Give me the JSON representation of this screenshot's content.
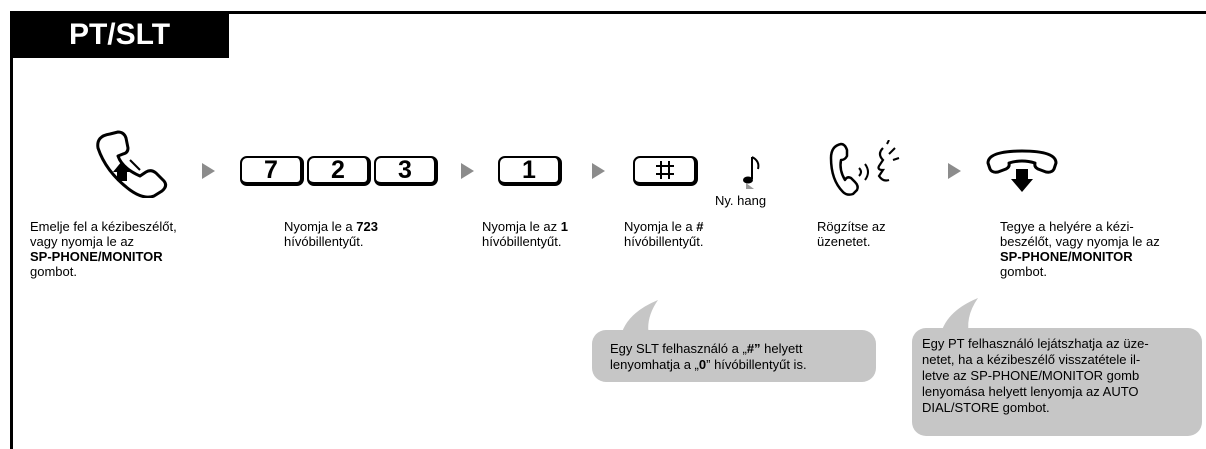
{
  "header": {
    "tab_title": "PT/SLT"
  },
  "keys": {
    "k7": "7",
    "k2": "2",
    "k3": "3",
    "k1": "1",
    "khash": "#"
  },
  "tone_label": "Ny. hang",
  "steps": [
    {
      "line1": "Emelje fel a kézibeszélőt,",
      "line2": "vagy nyomja le az",
      "line3_bold": "SP-PHONE/MONITOR",
      "line4": "gombot."
    },
    {
      "line1_pre": "Nyomja le a ",
      "line1_bold": "723",
      "line2": "hívóbillentyűt."
    },
    {
      "line1_pre": "Nyomja le az ",
      "line1_bold": "1",
      "line2": "hívóbillentyűt."
    },
    {
      "line1_pre": "Nyomja le a ",
      "line1_bold": "#",
      "line2": "hívóbillentyűt."
    },
    {
      "line1": "Rögzítse az",
      "line2": "üzenetet."
    },
    {
      "line1": "Tegye a helyére a kézi-",
      "line2": "beszélőt, vagy nyomja le az",
      "line3_bold": "SP-PHONE/MONITOR",
      "line4": "gombot."
    }
  ],
  "notes": {
    "slt": {
      "line1_pre": "Egy SLT felhasználó a „",
      "line1_bold": "#”",
      "line1_post": " helyett",
      "line2_pre": "lenyomhatja a „",
      "line2_bold": "0",
      "line2_post": "” hívóbillentyűt is."
    },
    "pt": {
      "line1": "Egy PT felhasználó lejátszhatja az üze-",
      "line2": "netet, ha a kézibeszélő visszatétele il-",
      "line3": "letve az SP-PHONE/MONITOR gomb",
      "line4": "lenyomása helyett lenyomja az AUTO",
      "line5": "DIAL/STORE gombot."
    }
  }
}
